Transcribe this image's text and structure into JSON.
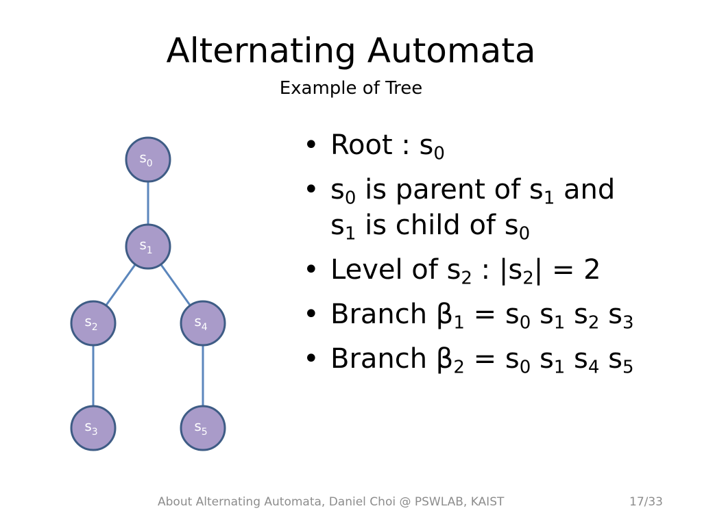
{
  "slide": {
    "title": "Alternating Automata",
    "subtitle": "Example of Tree"
  },
  "tree": {
    "node_fill": "#A99BC9",
    "node_stroke": "#3E5C85",
    "edge_color": "#5B86BC",
    "nodes": [
      {
        "id": "s0",
        "base": "s",
        "sub": "0"
      },
      {
        "id": "s1",
        "base": "s",
        "sub": "1"
      },
      {
        "id": "s2",
        "base": "s",
        "sub": "2"
      },
      {
        "id": "s3",
        "base": "s",
        "sub": "3"
      },
      {
        "id": "s4",
        "base": "s",
        "sub": "4"
      },
      {
        "id": "s5",
        "base": "s",
        "sub": "5"
      }
    ],
    "edges": [
      [
        "s0",
        "s1"
      ],
      [
        "s1",
        "s2"
      ],
      [
        "s1",
        "s4"
      ],
      [
        "s2",
        "s3"
      ],
      [
        "s4",
        "s5"
      ]
    ]
  },
  "bullets": [
    {
      "segments": [
        {
          "t": "Root : s"
        },
        {
          "s": "0"
        }
      ]
    },
    {
      "segments": [
        {
          "t": "s"
        },
        {
          "s": "0"
        },
        {
          "t": " is parent of s"
        },
        {
          "s": "1"
        },
        {
          "t": " and"
        },
        {
          "br": true
        },
        {
          "t": "s"
        },
        {
          "s": "1"
        },
        {
          "t": " is child of s"
        },
        {
          "s": "0"
        }
      ]
    },
    {
      "segments": [
        {
          "t": "Level of s"
        },
        {
          "s": "2"
        },
        {
          "t": " : |s"
        },
        {
          "s": "2"
        },
        {
          "t": "| = 2"
        }
      ]
    },
    {
      "segments": [
        {
          "t": "Branch β"
        },
        {
          "s": "1"
        },
        {
          "t": " = s"
        },
        {
          "s": "0"
        },
        {
          "t": " s"
        },
        {
          "s": "1"
        },
        {
          "t": " s"
        },
        {
          "s": "2"
        },
        {
          "t": " s"
        },
        {
          "s": "3"
        }
      ]
    },
    {
      "segments": [
        {
          "t": "Branch β"
        },
        {
          "s": "2"
        },
        {
          "t": " = s"
        },
        {
          "s": "0"
        },
        {
          "t": " s"
        },
        {
          "s": "1"
        },
        {
          "t": " s"
        },
        {
          "s": "4"
        },
        {
          "t": " s"
        },
        {
          "s": "5"
        }
      ]
    }
  ],
  "footer": {
    "text": "About Alternating Automata, Daniel Choi @ PSWLAB, KAIST",
    "page": "17/33"
  }
}
